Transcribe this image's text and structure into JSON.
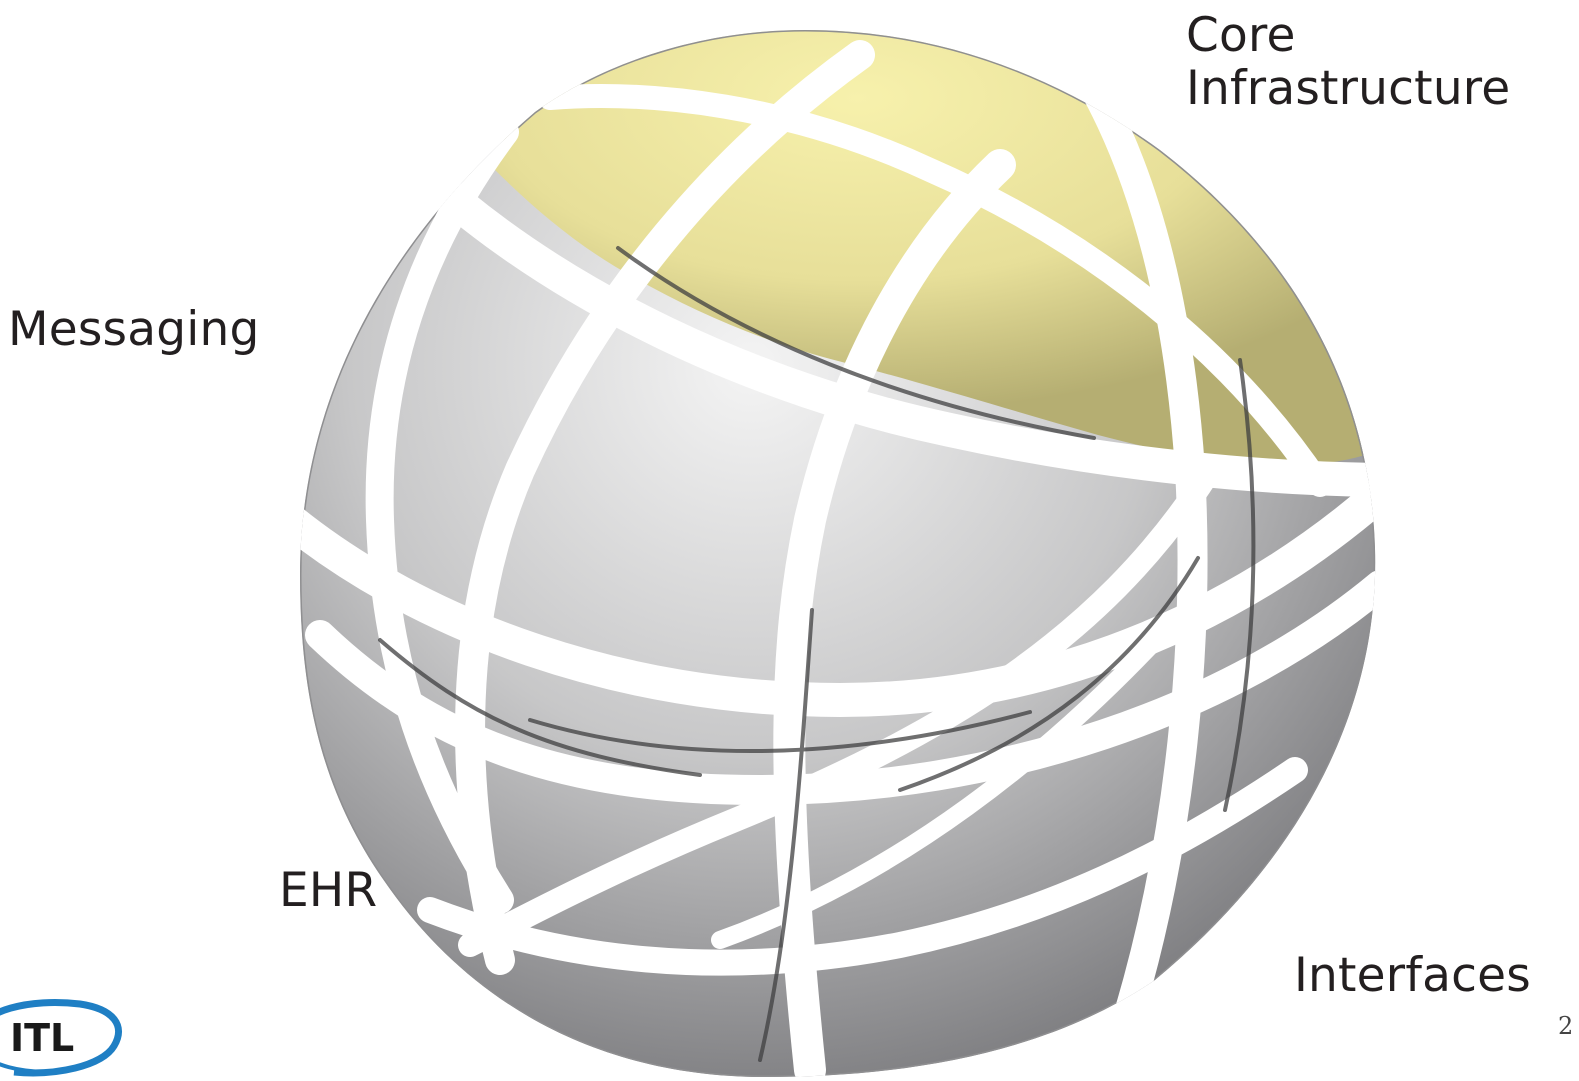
{
  "labels": {
    "core_infrastructure": [
      "Core",
      "Infrastructure"
    ],
    "messaging": "Messaging",
    "ehr": "EHR",
    "interfaces": "Interfaces"
  },
  "logo": {
    "text": "ITL",
    "colors": {
      "ring": "#1f7fc4",
      "text": "#1a1a1a"
    }
  },
  "page_number": "2",
  "colors": {
    "gold_light": "#f7f1ac",
    "gold_dark": "#b8b071",
    "gray_light": "#f4f4f4",
    "gray_mid": "#b9b9bb",
    "gray_dark": "#79797c",
    "outline": "#404041",
    "background": "#ffffff"
  }
}
